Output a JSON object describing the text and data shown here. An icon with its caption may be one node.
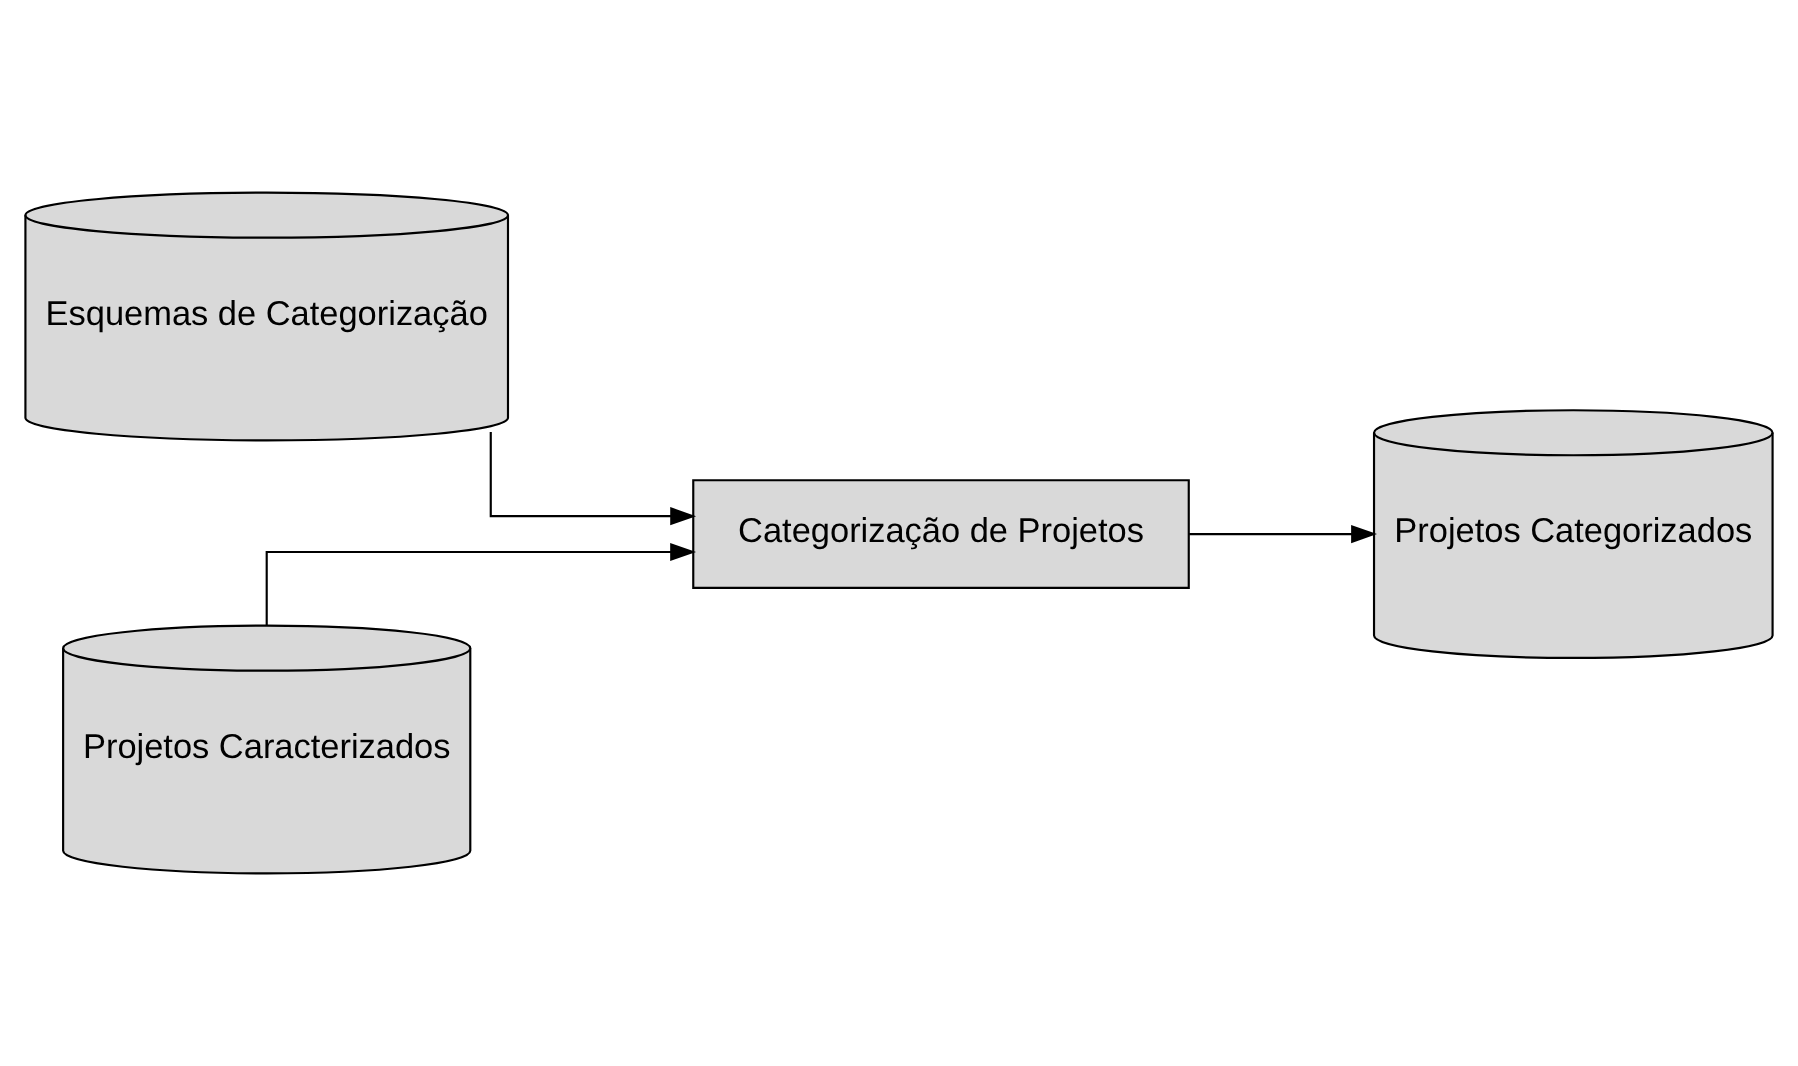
{
  "diagram": {
    "nodes": [
      {
        "text": [
          "Esquemas de Categorização"
        ]
      },
      {
        "text": [
          "Projetos Caracterizados"
        ]
      },
      {
        "text": [
          "Categorização de Projetos"
        ]
      },
      {
        "text": [
          "Projetos Categorizados"
        ]
      }
    ],
    "edges": [
      {
        "from": 0,
        "to": 2,
        "arrow": "to"
      },
      {
        "from": 1,
        "to": 2,
        "arrow": "to"
      },
      {
        "from": 2,
        "to": 3,
        "arrow": "to"
      }
    ]
  }
}
